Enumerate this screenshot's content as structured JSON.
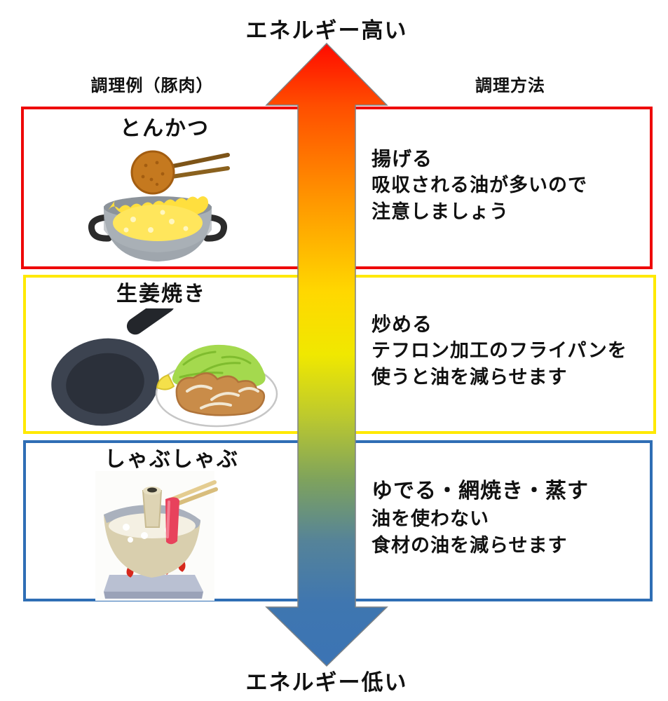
{
  "title_top": "エネルギー高い",
  "title_bottom": "エネルギー低い",
  "columns": {
    "left_header": "調理例（豚肉）",
    "right_header": "調理方法"
  },
  "rows": [
    {
      "dish": "とんかつ",
      "illustration": "deep-frying-pot-with-cutlet",
      "border_color": "#ee0707",
      "methods": [
        "揚げる",
        "吸収される油が多いので",
        "注意しましょう"
      ]
    },
    {
      "dish": "生姜焼き",
      "illustration": "frying-pan-and-ginger-pork-plate",
      "border_color": "#ffe900",
      "methods": [
        "炒める",
        "テフロン加工のフライパンを",
        "使うと油を減らせます"
      ]
    },
    {
      "dish": "しゃぶしゃぶ",
      "illustration": "shabu-shabu-pot-on-stove",
      "border_color": "#2f6eb5",
      "methods": [
        "ゆでる・網焼き・蒸す",
        "油を使わない",
        "食材の油を減らせます"
      ]
    }
  ],
  "arrow": {
    "direction": "vertical-double",
    "top_meaning": "energy-high",
    "bottom_meaning": "energy-low",
    "color_top": "#ff0a00",
    "color_bottom": "#3b74b4"
  }
}
